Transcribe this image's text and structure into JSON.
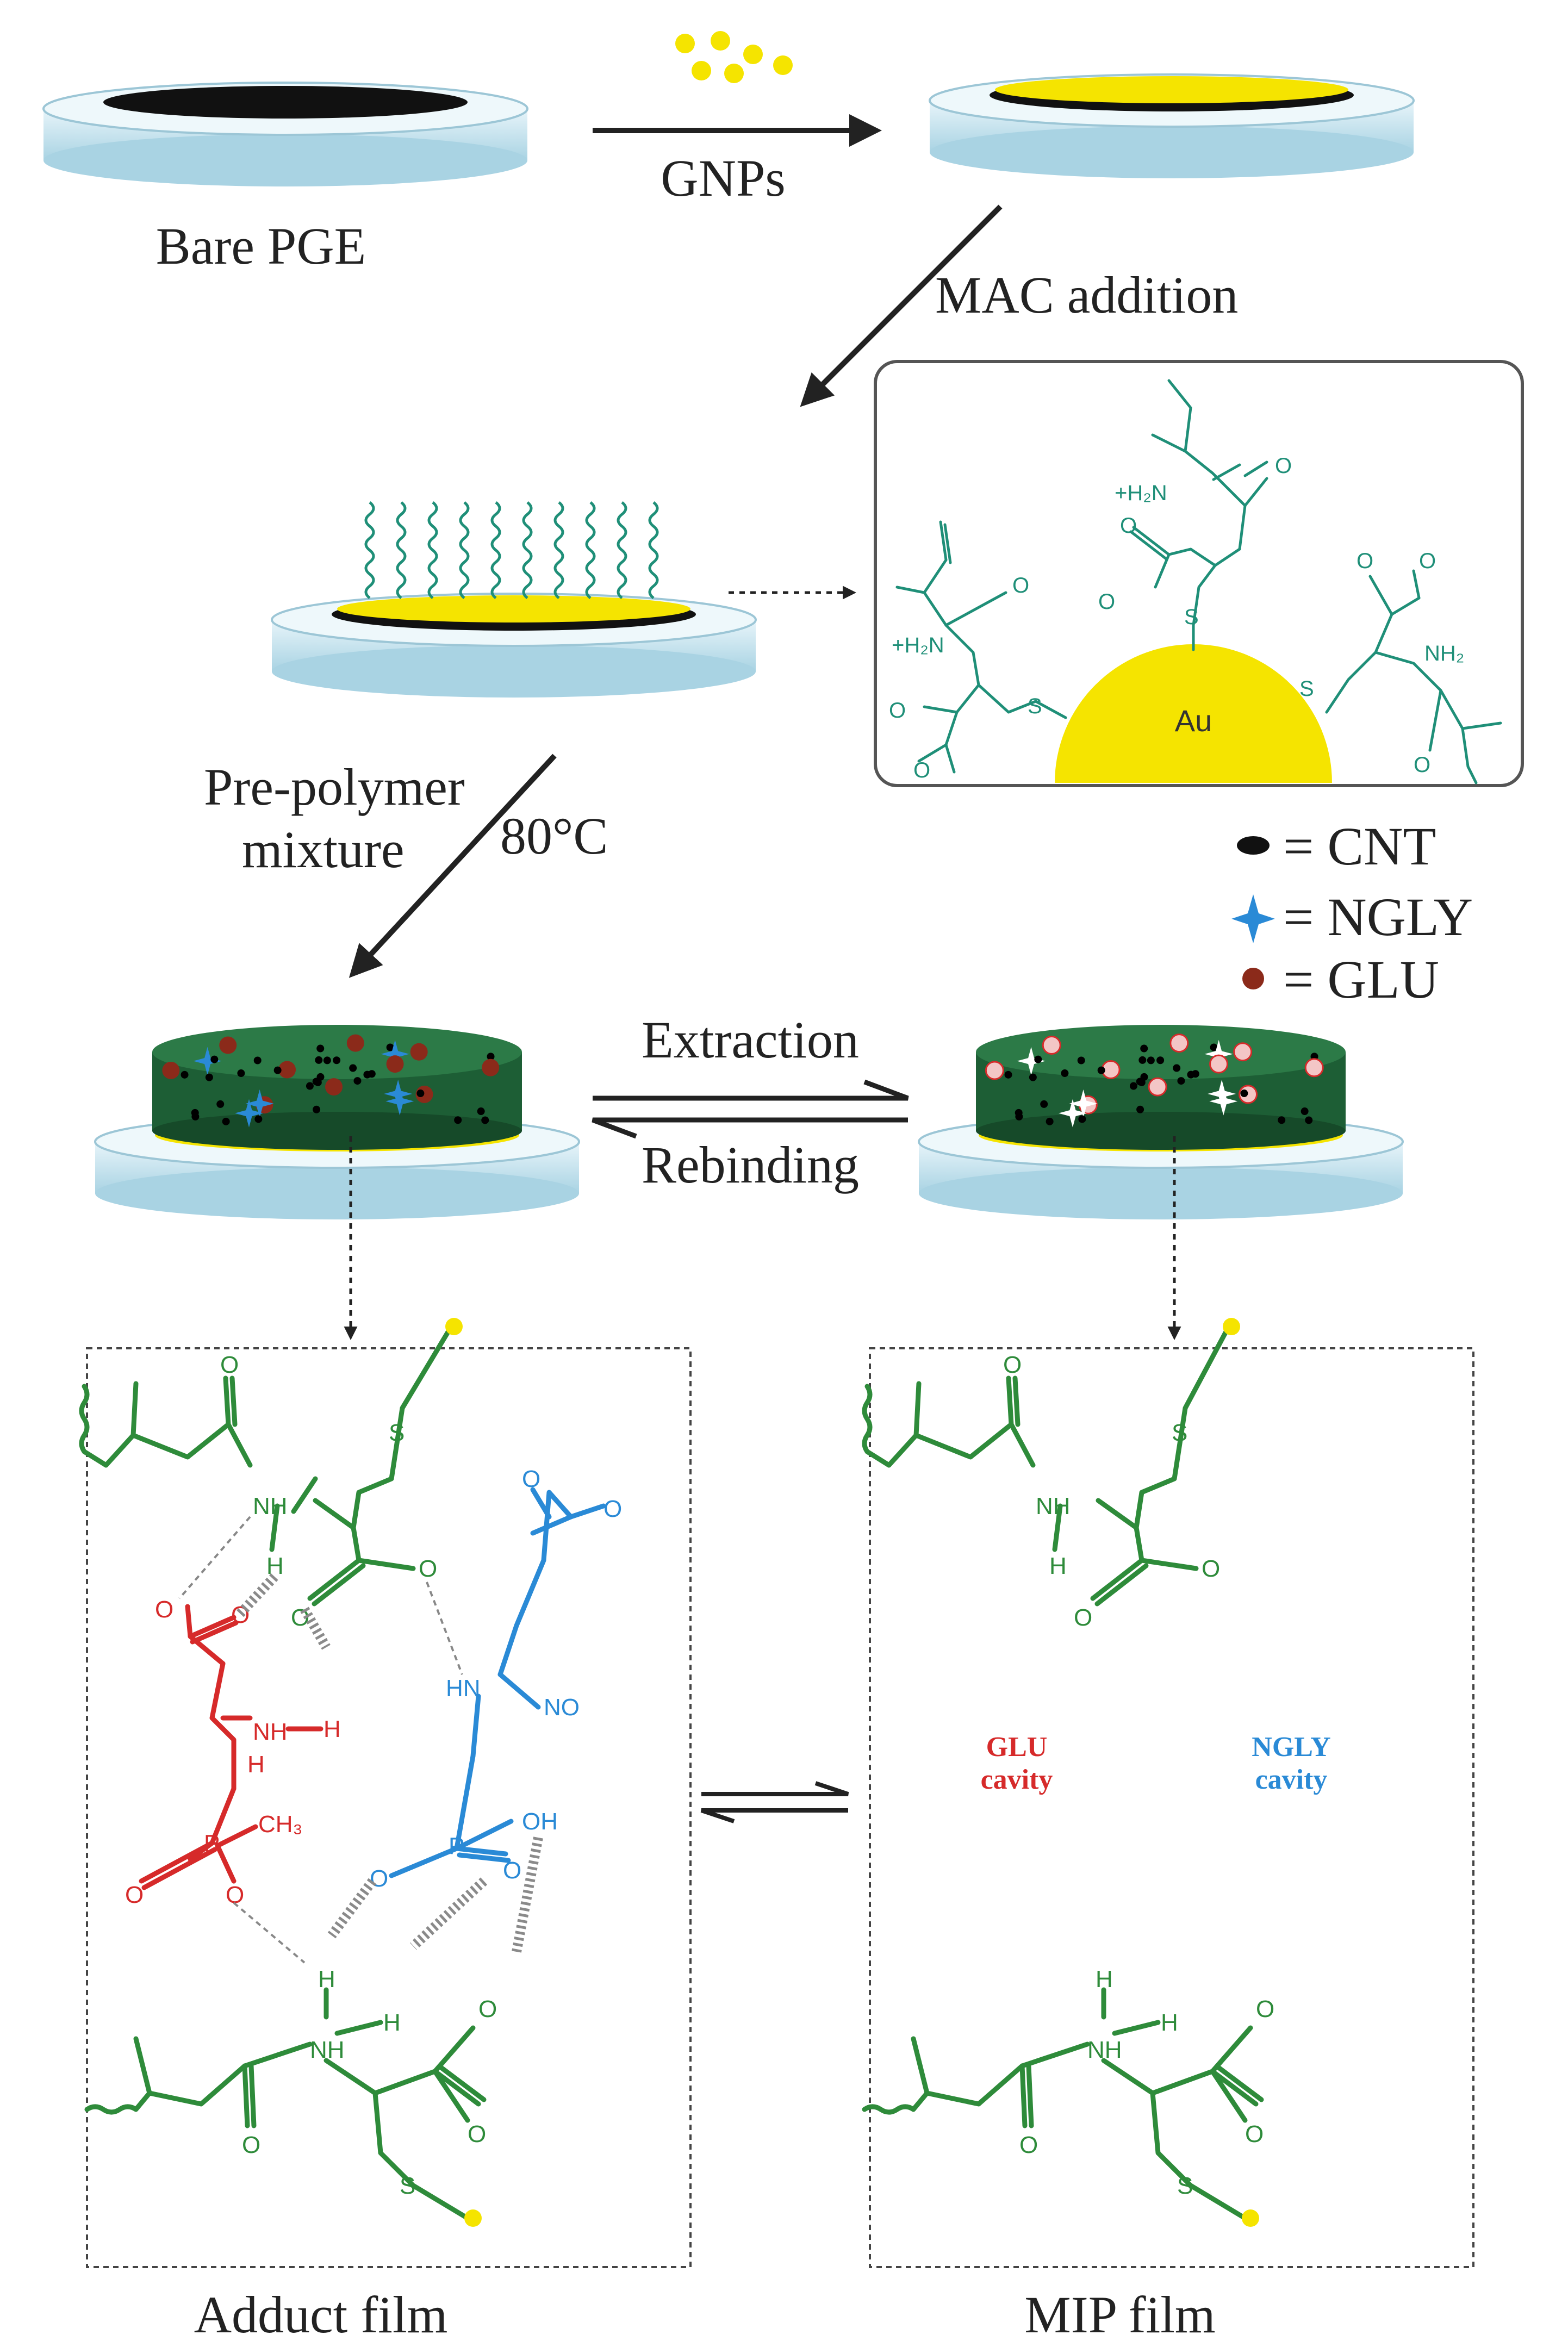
{
  "labels": {
    "bare_pge": "Bare PGE",
    "gnps": "GNPs",
    "mac_addition": "MAC addition",
    "pre_polymer": "Pre-polymer",
    "mixture": "mixture",
    "temperature": "80°C",
    "extraction": "Extraction",
    "rebinding": "Rebinding",
    "adduct_film": "Adduct film",
    "mip_film": "MIP film",
    "glu_cavity_1": "GLU",
    "glu_cavity_2": "cavity",
    "ngly_cavity_1": "NGLY",
    "ngly_cavity_2": "cavity",
    "au": "Au"
  },
  "legend": [
    {
      "symbol": "CNT",
      "text": "= CNT",
      "color": "#111111"
    },
    {
      "symbol": "NGLY",
      "text": "= NGLY",
      "color": "#2a8ad6"
    },
    {
      "symbol": "GLU",
      "text": "= GLU",
      "color": "#8b2a1a"
    }
  ],
  "chem": {
    "O": "O",
    "Om": "O",
    "NH": "NH",
    "H": "H",
    "S": "S",
    "NHplus": "NH",
    "H2plus": "H",
    "H2N": "+H₂N",
    "NH2": "NH₂",
    "HN": "HN",
    "NO": "NO",
    "P": "P",
    "OH": "OH",
    "CH3": "CH₃",
    "Hplus": "H"
  },
  "colors": {
    "green": "#2e8b3a",
    "red": "#d62a2a",
    "blue": "#2a8ad6",
    "gold": "#f5e400",
    "film": "#1d5e35",
    "disc": "#cfe9f2"
  }
}
